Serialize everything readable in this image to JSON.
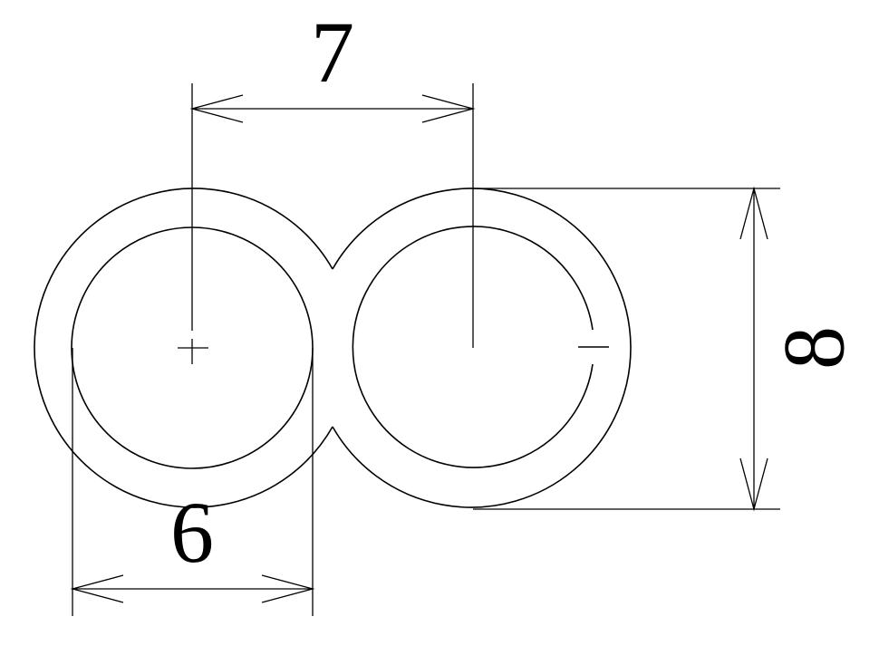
{
  "dimensions": {
    "center_spacing": "7",
    "inner_diameter": "6",
    "outer_diameter": "8"
  }
}
